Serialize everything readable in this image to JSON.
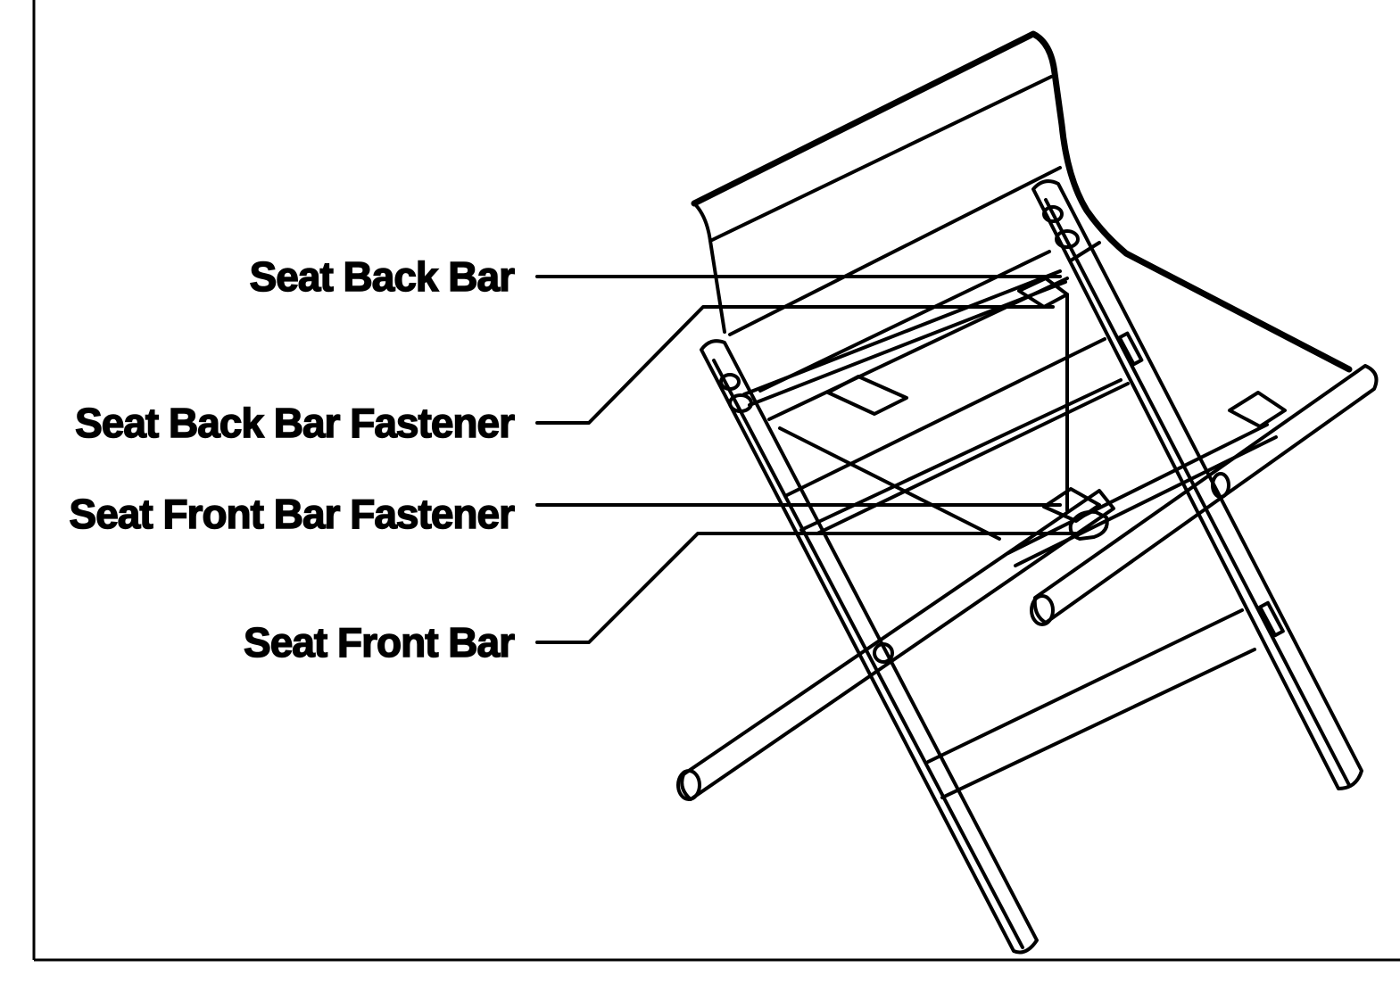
{
  "callouts": {
    "seat_back_bar": "Seat Back Bar",
    "seat_back_bar_fastener": "Seat Back Bar Fastener",
    "seat_front_bar_fastener": "Seat Front Bar Fastener",
    "seat_front_bar": "Seat Front Bar"
  },
  "colors": {
    "ink": "#000000",
    "background": "#ffffff"
  }
}
